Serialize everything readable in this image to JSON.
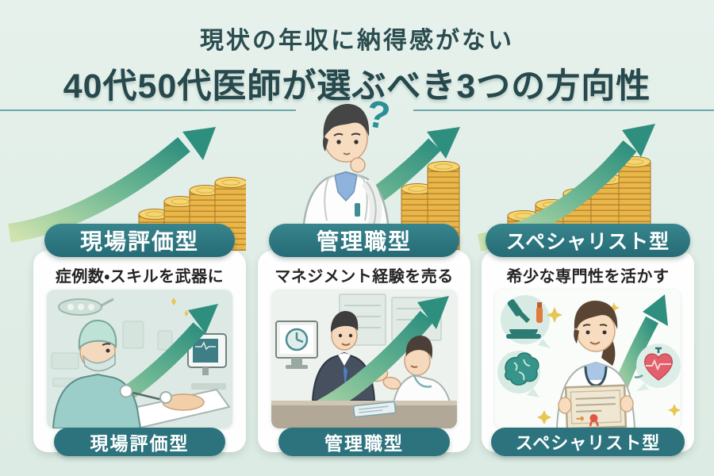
{
  "title": {
    "line1": "現状の年収に納得感がない",
    "line2": "40代50代医師が選ぶべき3つの方向性"
  },
  "icons": {
    "question_mark": "?"
  },
  "cards": [
    {
      "header": "現場評価型",
      "subtitle": "症例数・スキルを武器に",
      "footer": "現場評価型",
      "illustration": "surgeon-operating-room"
    },
    {
      "header": "管理職型",
      "subtitle": "マネジメント経験を売る",
      "footer": "管理職型",
      "illustration": "management-meeting"
    },
    {
      "header": "スペシャリスト型",
      "subtitle": "希少な専門性を活かす",
      "footer": "スペシャリスト型",
      "illustration": "specialist-doctor-certificate"
    }
  ],
  "colors": {
    "background": "#e3eee8",
    "title_text": "#27484c",
    "pill_teal": "#2c737d",
    "pill_text": "#ffffff",
    "subtitle_text": "#252525",
    "arrow_gradient_start": "#cfe3ae",
    "arrow_gradient_end": "#2f8f7e",
    "coin_gold": "#e9b64a",
    "coin_top": "#f5d671",
    "question_mark": "#2b8f96",
    "divider": "#6aa7aa"
  }
}
